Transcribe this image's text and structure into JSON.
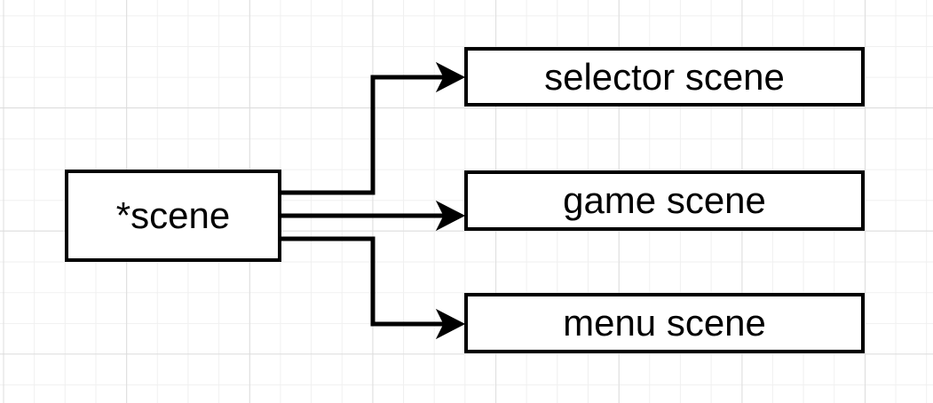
{
  "canvas": {
    "background_color": "#ffffff",
    "grid_minor_color": "#f0f0f0",
    "grid_major_color": "#dddddd",
    "stroke_color": "#000000",
    "node_fill_color": "#ffffff",
    "text_color": "#000000"
  },
  "nodes": {
    "scene": {
      "label": "*scene"
    },
    "selector": {
      "label": "selector scene"
    },
    "game": {
      "label": "game scene"
    },
    "menu": {
      "label": "menu scene"
    }
  },
  "edges": [
    {
      "from": "*scene",
      "to": "selector scene",
      "routing": "orthogonal",
      "arrowhead": "classic"
    },
    {
      "from": "*scene",
      "to": "game scene",
      "routing": "straight",
      "arrowhead": "classic"
    },
    {
      "from": "*scene",
      "to": "menu scene",
      "routing": "orthogonal",
      "arrowhead": "classic"
    }
  ]
}
